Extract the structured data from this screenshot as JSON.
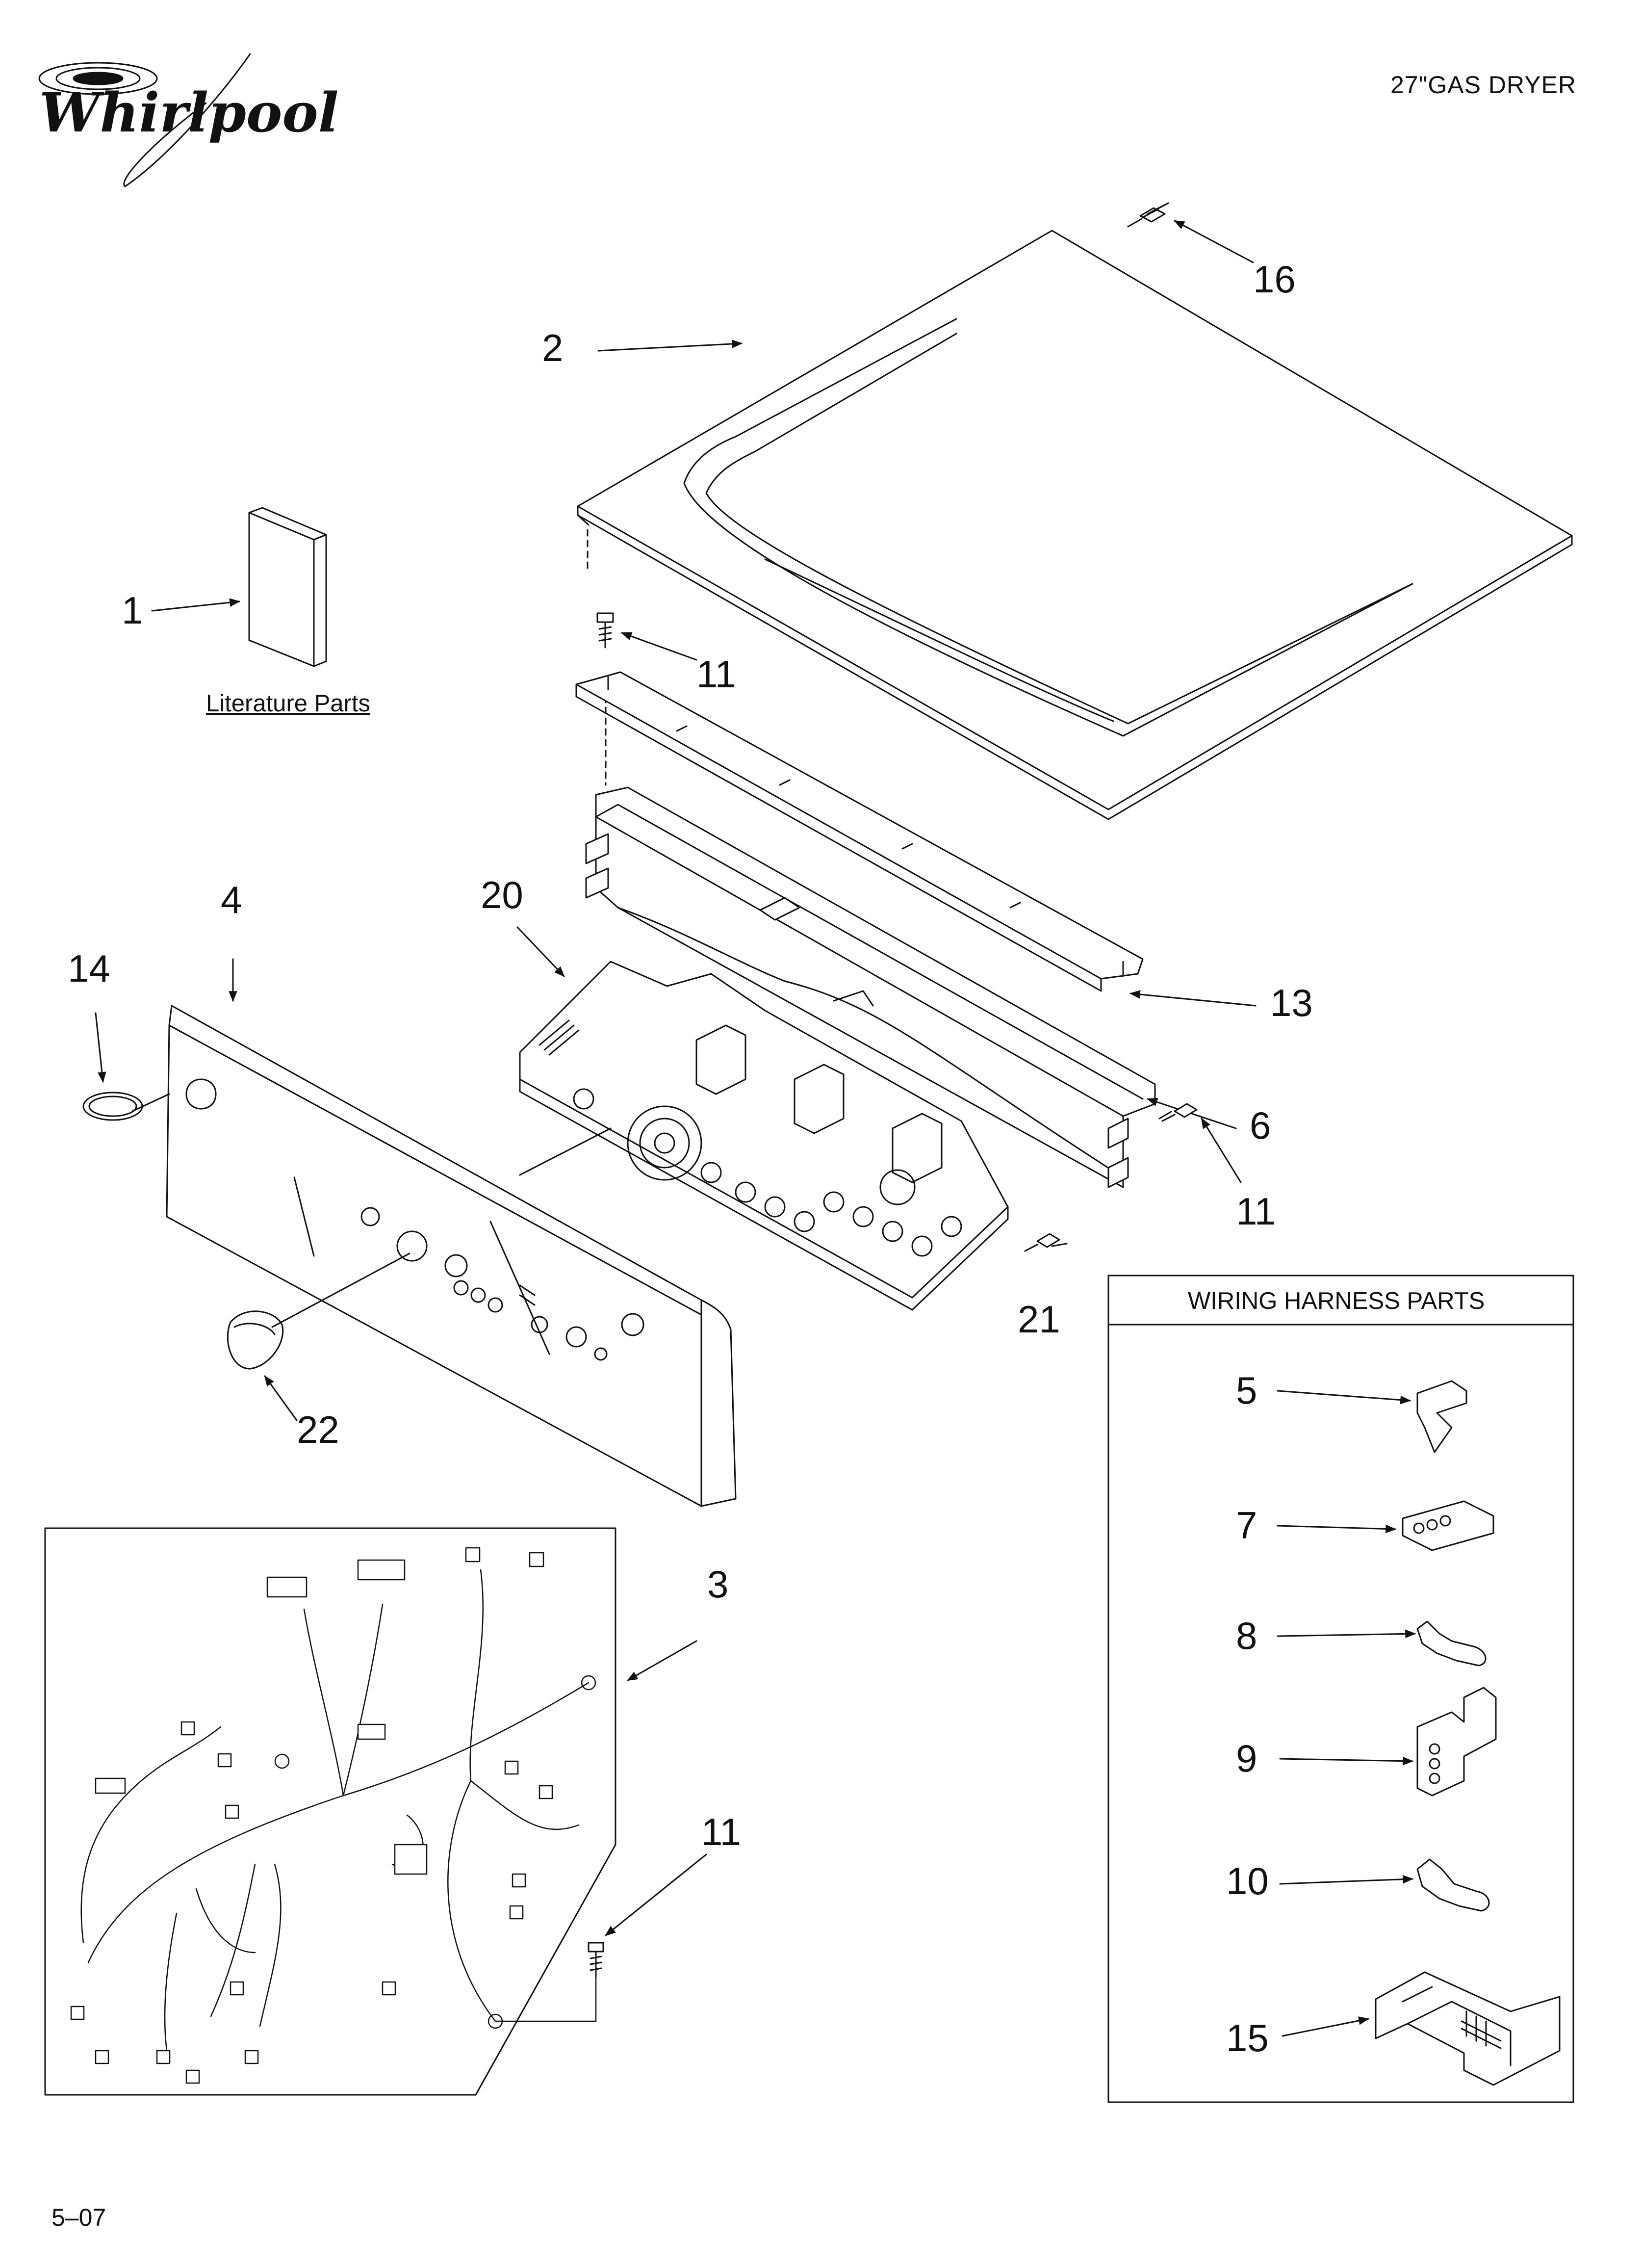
{
  "header": {
    "brand": "Whirlpool",
    "doc_title": "27\"GAS DRYER"
  },
  "literature": {
    "label": "Literature Parts"
  },
  "wiring_box": {
    "title": "WIRING HARNESS PARTS"
  },
  "callouts": {
    "c1": "1",
    "c2": "2",
    "c3": "3",
    "c4": "4",
    "c5": "5",
    "c6": "6",
    "c7": "7",
    "c8": "8",
    "c9": "9",
    "c10": "10",
    "c11a": "11",
    "c11b": "11",
    "c11c": "11",
    "c13": "13",
    "c14": "14",
    "c15": "15",
    "c16": "16",
    "c20": "20",
    "c21": "21",
    "c22": "22"
  },
  "footer": {
    "code": "5–07"
  },
  "colors": {
    "line": "#111111",
    "background": "#ffffff"
  }
}
